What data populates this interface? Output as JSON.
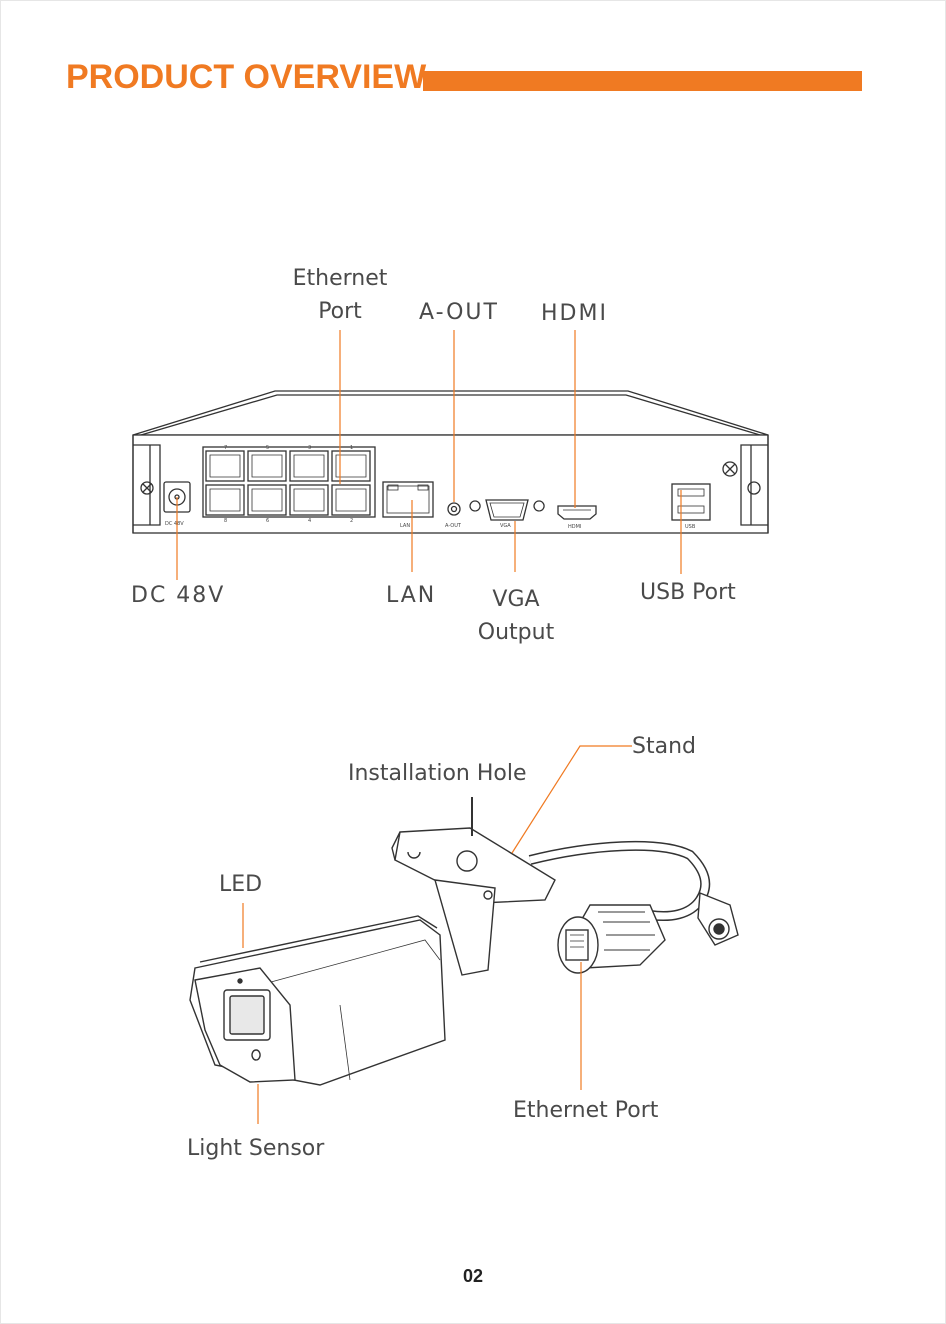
{
  "header": {
    "title": "PRODUCT OVERVIEW"
  },
  "nvr": {
    "labels": {
      "ethernet_port_line1": "Ethernet",
      "ethernet_port_line2": "Port",
      "a_out": "A-OUT",
      "hdmi": "HDMI",
      "dc48v": "DC 48V",
      "lan": "LAN",
      "vga_line1": "VGA",
      "vga_line2": "Output",
      "usb_port": "USB Port"
    },
    "panel_text": {
      "dc48v": "DC 48V",
      "lan": "LAN",
      "a_out": "A-OUT",
      "vga": "VGA",
      "hdmi": "HDMI",
      "usb": "USB",
      "top_ports": [
        "7",
        "5",
        "3",
        "1"
      ],
      "bottom_ports": [
        "8",
        "6",
        "4",
        "2"
      ]
    }
  },
  "camera": {
    "labels": {
      "stand": "Stand",
      "installation_hole": "Installation Hole",
      "led": "LED",
      "ethernet_port": "Ethernet Port",
      "light_sensor": "Light Sensor"
    }
  },
  "footer": {
    "page_number": "02"
  },
  "colors": {
    "accent": "#f07a22",
    "label_text": "#4a4a4a",
    "line_art": "#333333"
  }
}
